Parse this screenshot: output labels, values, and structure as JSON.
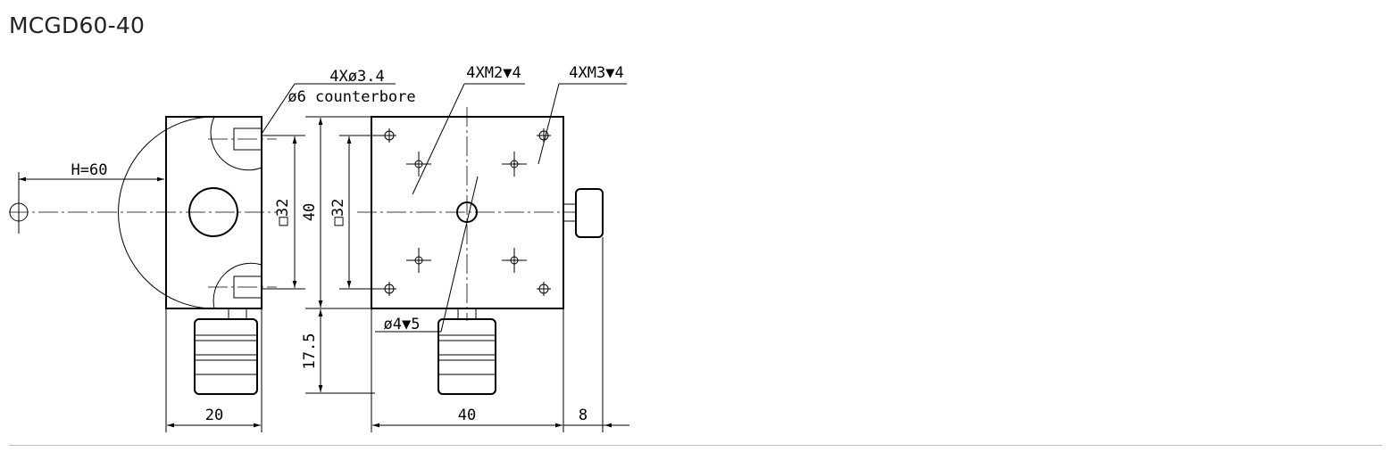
{
  "title": "MCGD60-40",
  "callouts": {
    "through_hole": "4Xø3.4",
    "counterbore": "ø6 counterbore",
    "m2_tap": "4XM2▼4",
    "m3_tap": "4XM3▼4",
    "center_hole": "ø4▼5"
  },
  "dimensions": {
    "height": "H=60",
    "square_left": "□32",
    "height_40": "40",
    "square_right": "□32",
    "offset_17_5": "17.5",
    "side_width_20": "20",
    "front_width_40": "40",
    "knob_8": "8"
  }
}
